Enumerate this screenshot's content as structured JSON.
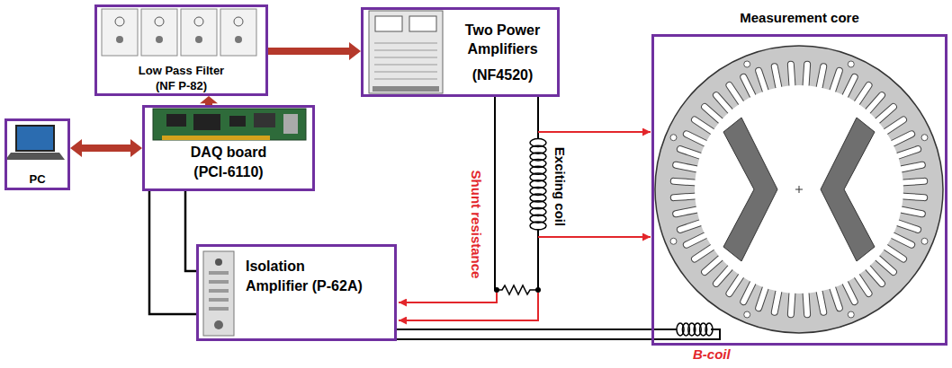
{
  "diagram": {
    "nodes": [
      {
        "text": [
          "Low Pass Filter",
          "(NF P-82)"
        ]
      },
      {
        "text": [
          "Two Power Amplifiers",
          "(NF4520)"
        ]
      },
      {
        "text": [
          "Measurement core"
        ]
      },
      {
        "text": [
          "PC"
        ]
      },
      {
        "text": [
          "DAQ board",
          "(PCI-6110)"
        ]
      },
      {
        "text": [
          "Isolation",
          "Amplifier (P-62A)"
        ]
      }
    ],
    "edges": [
      {
        "from": 3,
        "to": 4,
        "arrow": "both"
      },
      {
        "from": 4,
        "to": 0,
        "arrow": "to"
      },
      {
        "from": 0,
        "to": 1,
        "arrow": "to"
      },
      {
        "from": 4,
        "to": 5,
        "arrow": "none"
      },
      {
        "from": 4,
        "to": 5,
        "arrow": "none"
      }
    ],
    "labels": [
      "Exciting coil",
      "Shunt resistance",
      "B-coil"
    ]
  }
}
